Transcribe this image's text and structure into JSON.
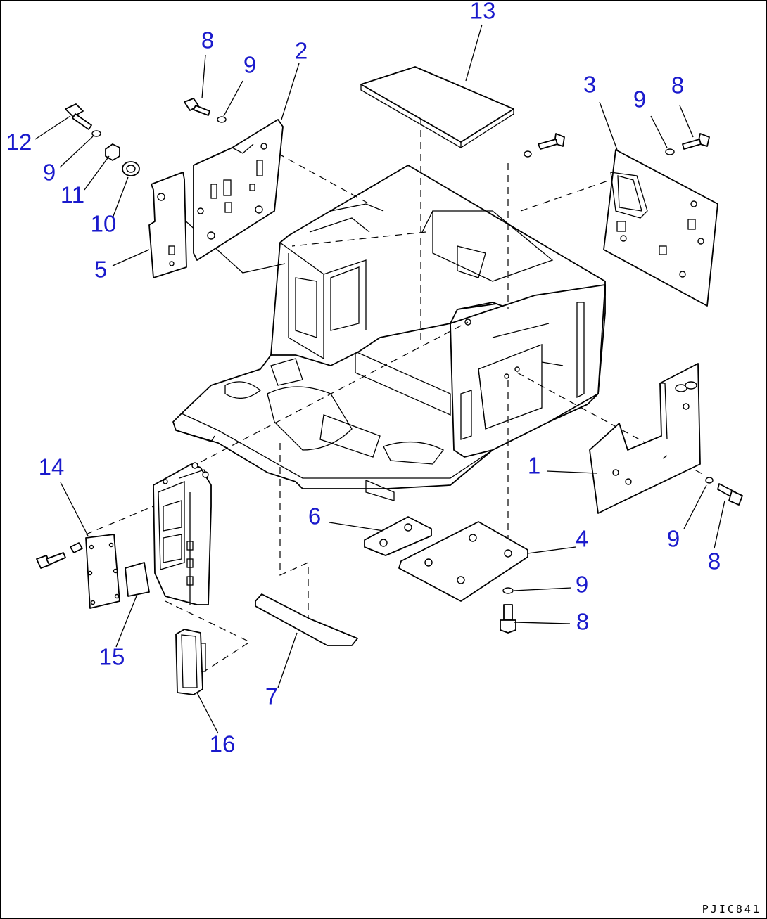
{
  "drawing_code": "PJIC841",
  "callouts": [
    {
      "id": "c13",
      "label": "13"
    },
    {
      "id": "c8a",
      "label": "8"
    },
    {
      "id": "c9a",
      "label": "9"
    },
    {
      "id": "c2",
      "label": "2"
    },
    {
      "id": "c12",
      "label": "12"
    },
    {
      "id": "c9b",
      "label": "9"
    },
    {
      "id": "c11",
      "label": "11"
    },
    {
      "id": "c10",
      "label": "10"
    },
    {
      "id": "c5",
      "label": "5"
    },
    {
      "id": "c3",
      "label": "3"
    },
    {
      "id": "c9c",
      "label": "9"
    },
    {
      "id": "c8b",
      "label": "8"
    },
    {
      "id": "c1",
      "label": "1"
    },
    {
      "id": "c9d",
      "label": "9"
    },
    {
      "id": "c8c",
      "label": "8"
    },
    {
      "id": "c14",
      "label": "14"
    },
    {
      "id": "c6",
      "label": "6"
    },
    {
      "id": "c4",
      "label": "4"
    },
    {
      "id": "c9e",
      "label": "9"
    },
    {
      "id": "c8d",
      "label": "8"
    },
    {
      "id": "c15",
      "label": "15"
    },
    {
      "id": "c7",
      "label": "7"
    },
    {
      "id": "c16",
      "label": "16"
    }
  ]
}
